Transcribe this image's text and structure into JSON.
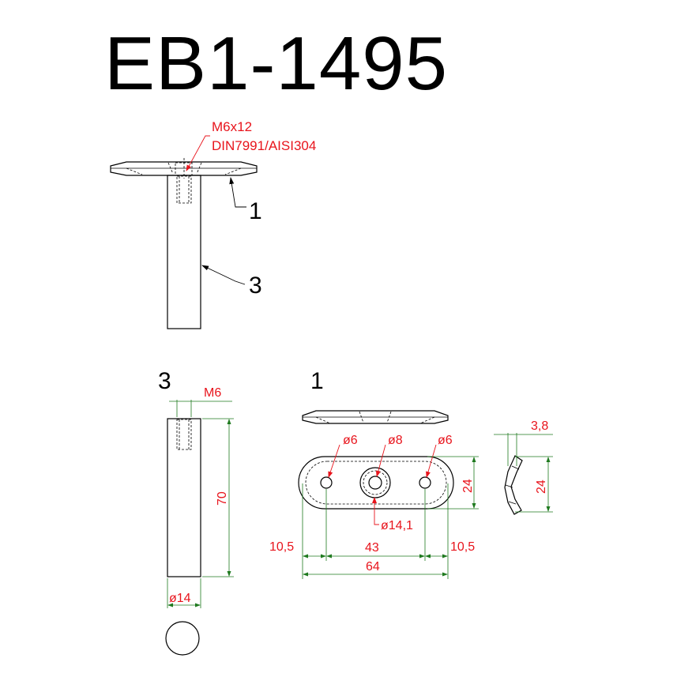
{
  "title": "EB1-1495",
  "note": {
    "line1": "M6x12",
    "line2": "DIN7991/AISI304"
  },
  "callouts": {
    "assembly_plate": "1",
    "assembly_tube": "3",
    "view_tube": "3",
    "view_plate": "1"
  },
  "dims": {
    "thread": "M6",
    "length": "70",
    "tube_dia": "ø14",
    "hole_left": "ø6",
    "hole_center": "ø8",
    "hole_right": "ø6",
    "counterbore": "ø14,1",
    "width": "24",
    "edge_left": "10,5",
    "hole_spacing": "43",
    "edge_right": "10,5",
    "overall": "64",
    "thickness": "3,8",
    "side_width": "24"
  },
  "colors": {
    "dimension_text": "#e8141c",
    "dimension_line": "#1f7a1f",
    "outline": "#000000"
  }
}
